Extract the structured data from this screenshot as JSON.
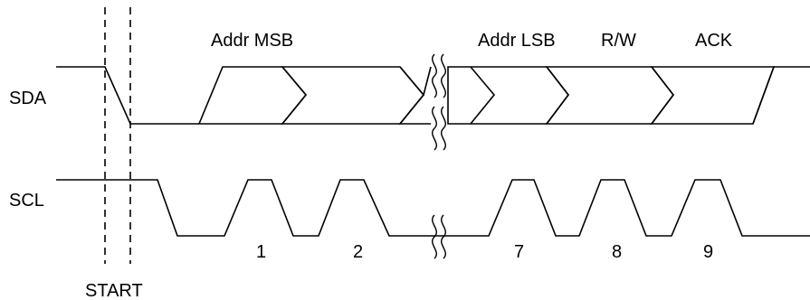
{
  "signals": {
    "sda": "SDA",
    "scl": "SCL"
  },
  "markers": {
    "start": "START"
  },
  "fields": {
    "addr_msb": "Addr MSB",
    "addr_lsb": "Addr LSB",
    "rw": "R/W",
    "ack": "ACK"
  },
  "clock_pulses": [
    "1",
    "2",
    "7",
    "8",
    "9"
  ],
  "colors": {
    "line": "#000000",
    "background": "#ffffff"
  }
}
